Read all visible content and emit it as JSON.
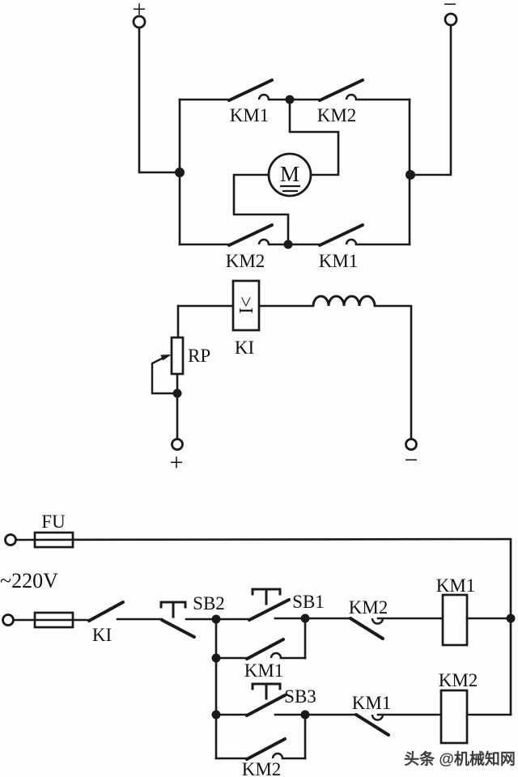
{
  "colors": {
    "line": "#1a1a1a",
    "background": "#fdfdfd",
    "watermark": "#3d3d3d"
  },
  "power_bridge": {
    "plus_terminal": "+",
    "minus_terminal": "−",
    "km1_top_contact": "KM1",
    "km2_top_contact": "KM2",
    "km2_bottom_contact": "KM2",
    "km1_bottom_contact": "KM1",
    "motor": "M"
  },
  "field_circuit": {
    "relay_box_symbol": "I<",
    "relay_label": "KI",
    "rheostat_label": "RP",
    "plus_terminal": "+",
    "minus_terminal": "−"
  },
  "control_circuit": {
    "fuse_label": "FU",
    "supply_label": "~220V",
    "ki_contact": "KI",
    "sb2_button": "SB2",
    "sb1_button": "SB1",
    "km2_nc_contact": "KM2",
    "km1_coil": "KM1",
    "km1_latch_contact": "KM1",
    "sb3_button": "SB3",
    "km1_nc_contact": "KM1",
    "km2_coil": "KM2",
    "km2_latch_contact": "KM2"
  },
  "watermark": {
    "text": "头条 @机械知网"
  }
}
